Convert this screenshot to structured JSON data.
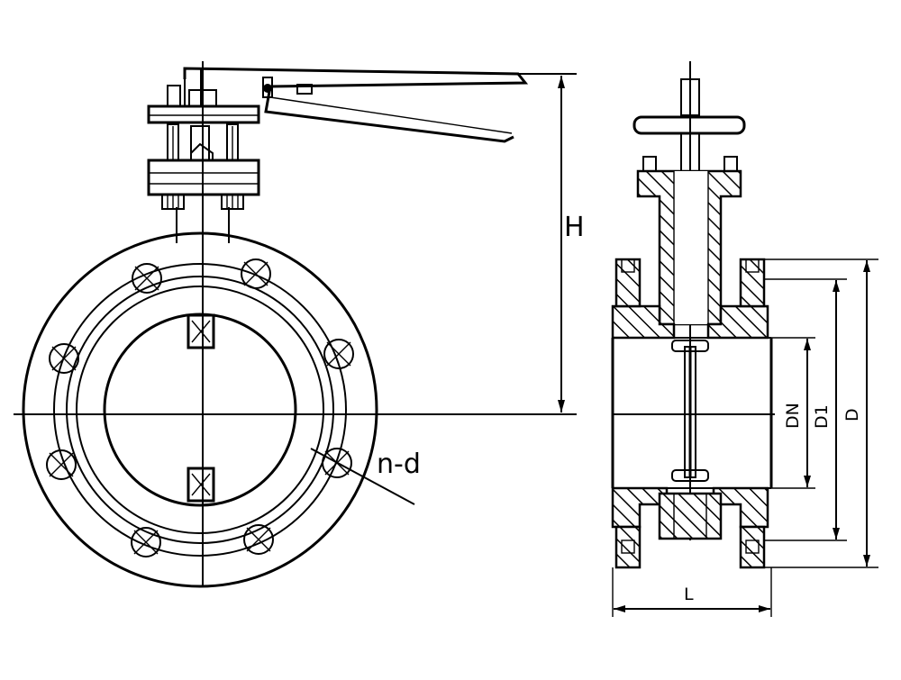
{
  "diagram": {
    "labels": {
      "height": "H",
      "bolt_holes": "n-d",
      "nominal_diameter": "DN",
      "bolt_circle_diameter": "D1",
      "flange_diameter": "D",
      "length": "L"
    }
  }
}
